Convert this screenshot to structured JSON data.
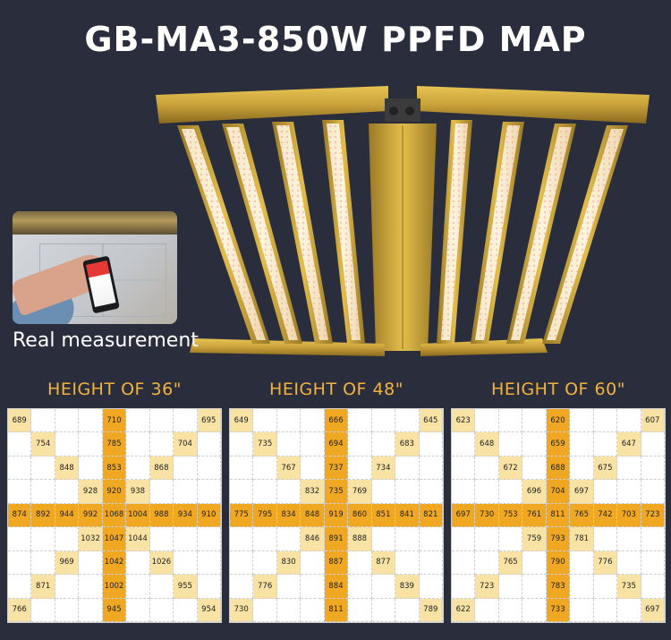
{
  "title": "GB-MA3-850W PPFD MAP",
  "photo_caption": "Real measurement",
  "colors": {
    "background": "#2a2e3c",
    "accent": "#f3b23d",
    "center_line": "#f0a823",
    "measured_cell": "#f8e2a4",
    "fixture_gold": "#c9a13a"
  },
  "maps": [
    {
      "heading": "HEIGHT OF 36\"",
      "rows": [
        [
          "689",
          "",
          "",
          "",
          "710",
          "",
          "",
          "",
          "695"
        ],
        [
          "",
          "754",
          "",
          "",
          "785",
          "",
          "",
          "704",
          ""
        ],
        [
          "",
          "",
          "848",
          "",
          "853",
          "",
          "868",
          "",
          ""
        ],
        [
          "",
          "",
          "",
          "928",
          "920",
          "938",
          "",
          "",
          ""
        ],
        [
          "874",
          "892",
          "944",
          "992",
          "1068",
          "1004",
          "988",
          "934",
          "910"
        ],
        [
          "",
          "",
          "",
          "1032",
          "1047",
          "1044",
          "",
          "",
          ""
        ],
        [
          "",
          "",
          "969",
          "",
          "1042",
          "",
          "1026",
          "",
          ""
        ],
        [
          "",
          "871",
          "",
          "",
          "1002",
          "",
          "",
          "955",
          ""
        ],
        [
          "766",
          "",
          "",
          "",
          "945",
          "",
          "",
          "",
          "954"
        ]
      ]
    },
    {
      "heading": "HEIGHT OF 48\"",
      "rows": [
        [
          "649",
          "",
          "",
          "",
          "666",
          "",
          "",
          "",
          "645"
        ],
        [
          "",
          "735",
          "",
          "",
          "694",
          "",
          "",
          "683",
          ""
        ],
        [
          "",
          "",
          "767",
          "",
          "737",
          "",
          "734",
          "",
          ""
        ],
        [
          "",
          "",
          "",
          "832",
          "735",
          "769",
          "",
          "",
          ""
        ],
        [
          "775",
          "795",
          "834",
          "848",
          "919",
          "860",
          "851",
          "841",
          "821"
        ],
        [
          "",
          "",
          "",
          "846",
          "891",
          "888",
          "",
          "",
          ""
        ],
        [
          "",
          "",
          "830",
          "",
          "887",
          "",
          "877",
          "",
          ""
        ],
        [
          "",
          "776",
          "",
          "",
          "884",
          "",
          "",
          "839",
          ""
        ],
        [
          "730",
          "",
          "",
          "",
          "811",
          "",
          "",
          "",
          "789"
        ]
      ]
    },
    {
      "heading": "HEIGHT OF 60\"",
      "rows": [
        [
          "623",
          "",
          "",
          "",
          "620",
          "",
          "",
          "",
          "607"
        ],
        [
          "",
          "648",
          "",
          "",
          "659",
          "",
          "",
          "647",
          ""
        ],
        [
          "",
          "",
          "672",
          "",
          "688",
          "",
          "675",
          "",
          ""
        ],
        [
          "",
          "",
          "",
          "696",
          "704",
          "697",
          "",
          "",
          ""
        ],
        [
          "697",
          "730",
          "753",
          "761",
          "811",
          "765",
          "742",
          "703",
          "723"
        ],
        [
          "",
          "",
          "",
          "759",
          "793",
          "781",
          "",
          "",
          ""
        ],
        [
          "",
          "",
          "765",
          "",
          "790",
          "",
          "776",
          "",
          ""
        ],
        [
          "",
          "723",
          "",
          "",
          "783",
          "",
          "",
          "735",
          ""
        ],
        [
          "622",
          "",
          "",
          "",
          "733",
          "",
          "",
          "",
          "697"
        ]
      ]
    }
  ]
}
